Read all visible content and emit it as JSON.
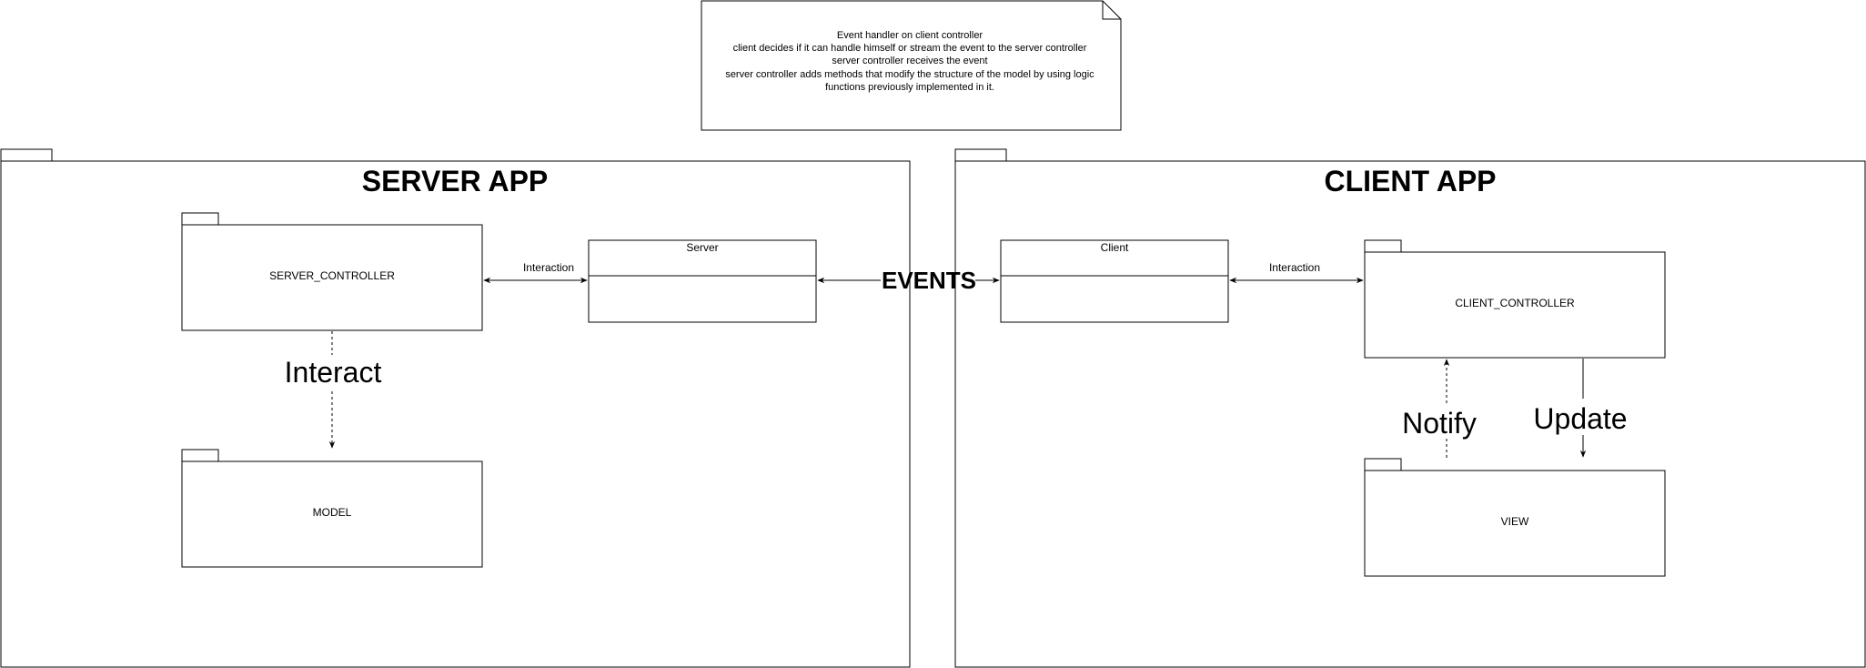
{
  "note": {
    "lines": [
      "Event handler on client controller",
      "client decides if it can handle himself or stream the event to the server controller",
      "server controller receives the event",
      "server controller adds methods that modify the structure of the model by using logic",
      "functions previously implemented in it."
    ]
  },
  "server_app": {
    "title": "SERVER APP",
    "controller": "SERVER_CONTROLLER",
    "model": "MODEL",
    "server_class": "Server",
    "interaction_label": "Interaction",
    "interact_label": "Interact"
  },
  "events_label": "EVENTS",
  "client_app": {
    "title": "CLIENT APP",
    "client_class": "Client",
    "interaction_label": "Interaction",
    "controller": "CLIENT_CONTROLLER",
    "view": "VIEW",
    "notify_label": "Notify",
    "update_label": "Update"
  }
}
